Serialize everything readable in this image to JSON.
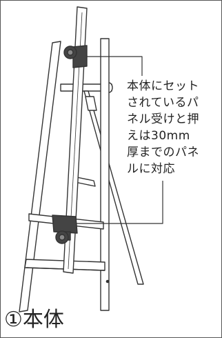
{
  "callout": {
    "lines": [
      "本体にセット",
      "されているパ",
      "ネル受けと押",
      "えは30mm",
      "厚までのパネ",
      "ルに対応"
    ]
  },
  "caption": {
    "text": "①本体"
  }
}
